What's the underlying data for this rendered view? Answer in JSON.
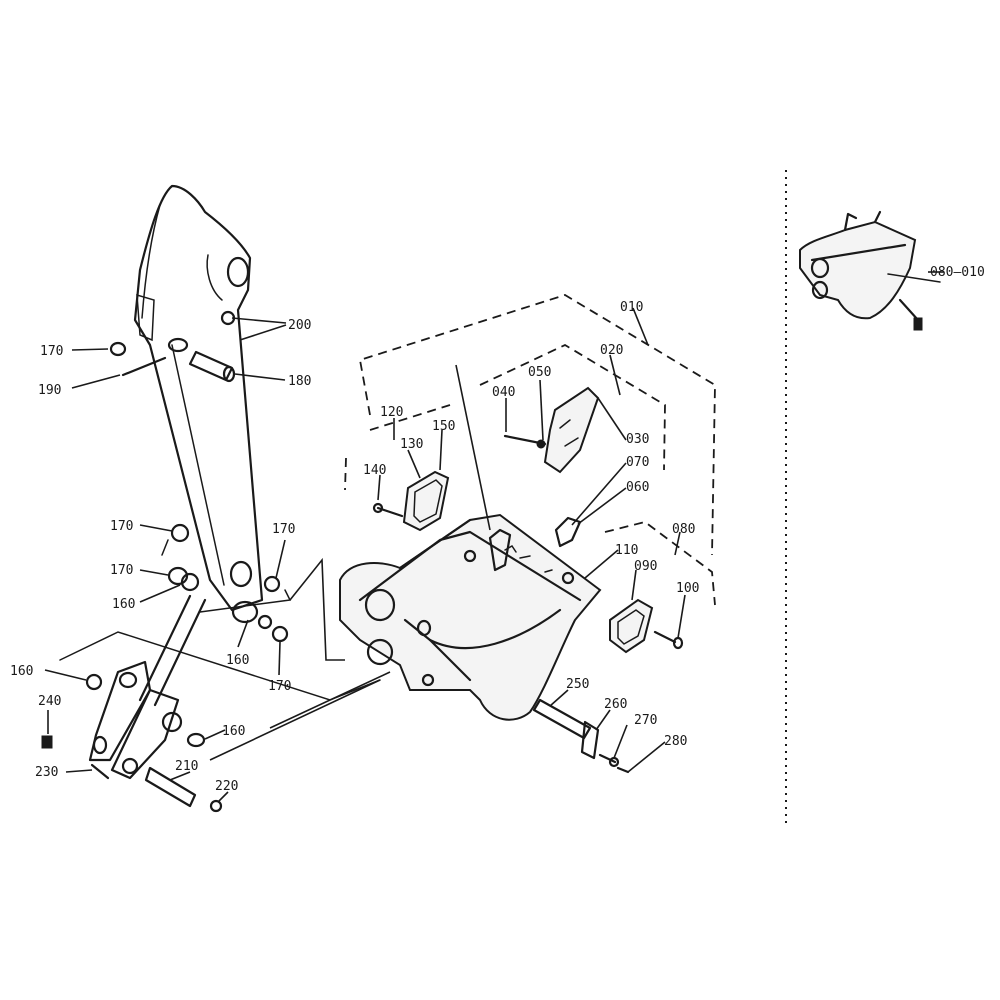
{
  "callouts": {
    "c010_main": "010",
    "c020": "020",
    "c030": "030",
    "c040": "040",
    "c050": "050",
    "c060": "060",
    "c070": "070",
    "c080": "080",
    "c090": "090",
    "c100": "100",
    "c110": "110",
    "c120": "120",
    "c130": "130",
    "c140": "140",
    "c150": "150",
    "c160_a": "160",
    "c160_b": "160",
    "c160_c": "160",
    "c160_d": "160",
    "c170_a": "170",
    "c170_b": "170",
    "c170_c": "170",
    "c170_d": "170",
    "c170_e": "170",
    "c180": "180",
    "c190": "190",
    "c200": "200",
    "c210": "210",
    "c220": "220",
    "c230": "230",
    "c240": "240",
    "c250": "250",
    "c260": "260",
    "c270": "270",
    "c280": "280",
    "inset": "080–010"
  }
}
